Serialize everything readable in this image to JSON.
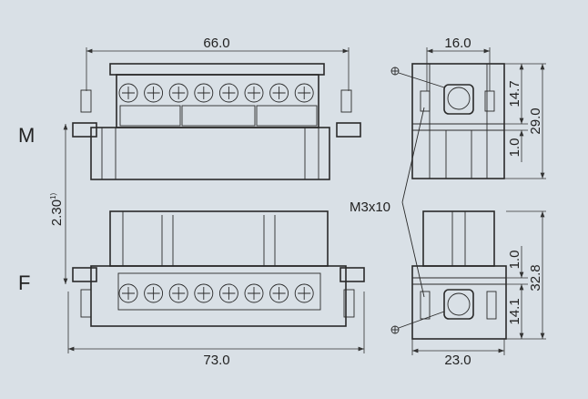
{
  "views": {
    "male_label": "M",
    "female_label": "F"
  },
  "dimensions": {
    "width_male": "66.0",
    "width_female": "73.0",
    "side_width_male": "16.0",
    "side_width_female": "23.0",
    "male_height_upper": "14.7",
    "male_height_total": "29.0",
    "male_gap": "1.0",
    "female_gap": "1.0",
    "female_height_total": "32.8",
    "female_height_lower": "14.1",
    "mating_distance": "2.30",
    "mating_footnote": "1)"
  },
  "callouts": {
    "screw": "M3x10"
  },
  "contacts_count": 8,
  "colors": {
    "background": "#d9e0e6",
    "line": "#2a2a2a"
  }
}
